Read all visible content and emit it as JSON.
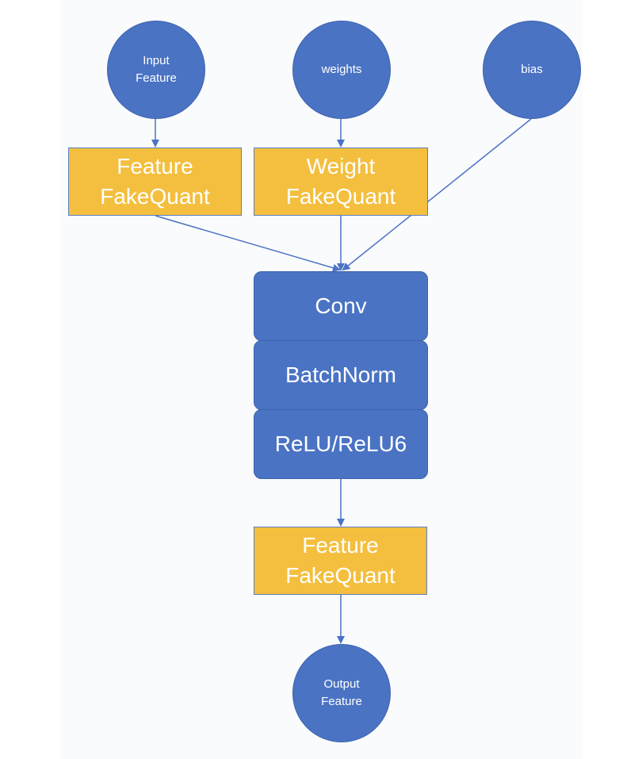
{
  "nodes": {
    "input": {
      "line1": "Input",
      "line2": "Feature"
    },
    "weights": {
      "label": "weights"
    },
    "bias": {
      "label": "bias"
    },
    "feature_fakequant_in": {
      "line1": "Feature",
      "line2": "FakeQuant"
    },
    "weight_fakequant": {
      "line1": "Weight",
      "line2": "FakeQuant"
    },
    "conv": {
      "label": "Conv"
    },
    "batchnorm": {
      "label": "BatchNorm"
    },
    "relu": {
      "label": "ReLU/ReLU6"
    },
    "feature_fakequant_out": {
      "line1": "Feature",
      "line2": "FakeQuant"
    },
    "output": {
      "line1": "Output",
      "line2": "Feature"
    }
  },
  "colors": {
    "node_blue": "#4a73c4",
    "quant_yellow": "#f4bf3e",
    "edge": "#4a73c4",
    "text": "#ffffff"
  }
}
